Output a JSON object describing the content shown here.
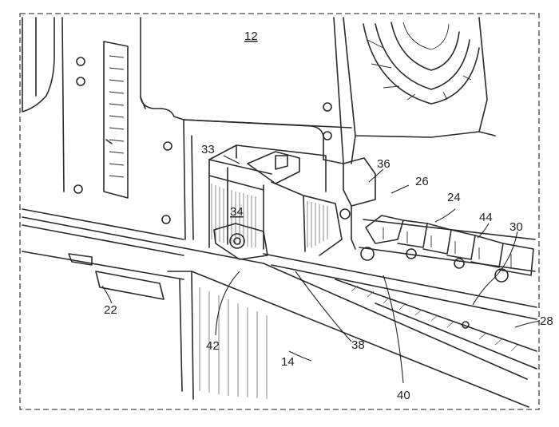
{
  "figure": {
    "labels": {
      "l12": "12",
      "l33": "33",
      "l34": "34",
      "l36": "36",
      "l26": "26",
      "l24": "24",
      "l44": "44",
      "l30": "30",
      "l28": "28",
      "l22": "22",
      "l42": "42",
      "l38": "38",
      "l14": "14",
      "l40": "40"
    }
  }
}
